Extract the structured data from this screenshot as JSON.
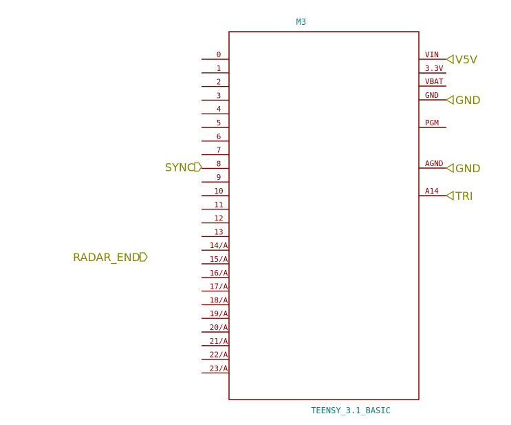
{
  "component": {
    "reference": "M3",
    "value": "TEENSY_3.1_BASIC"
  },
  "left_pins": [
    "0",
    "1",
    "2",
    "3",
    "4",
    "5",
    "6",
    "7",
    "8",
    "9",
    "10",
    "11",
    "12",
    "13",
    "14/A",
    "15/A",
    "16/A",
    "17/A",
    "18/A",
    "19/A",
    "20/A",
    "21/A",
    "22/A",
    "23/A"
  ],
  "right_pins": [
    {
      "label": "VIN",
      "net": "V5V"
    },
    {
      "label": "3.3V",
      "net": ""
    },
    {
      "label": "VBAT",
      "net": ""
    },
    {
      "label": "GND",
      "net": "GND"
    },
    {
      "label": "PGM",
      "net": ""
    },
    {
      "label": "AGND",
      "net": "GND"
    },
    {
      "label": "A14",
      "net": "TRI"
    }
  ],
  "left_labels": [
    {
      "text": "SYNC",
      "pin": "8"
    },
    {
      "text": "RADAR_END",
      "pin": ""
    }
  ],
  "colors": {
    "outline": "#840000",
    "pin_text": "#840000",
    "reference": "#008484",
    "net_label": "#848400",
    "background": "#ffffff"
  }
}
